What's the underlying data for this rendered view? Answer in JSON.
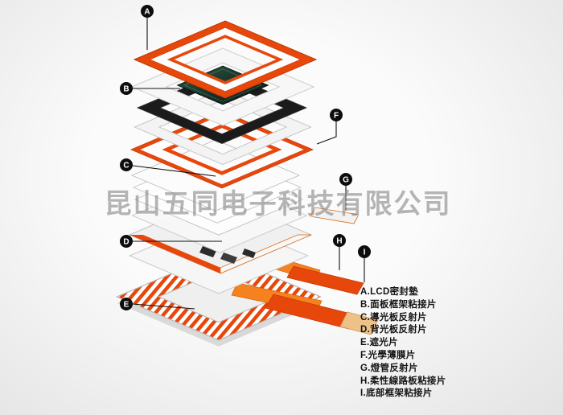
{
  "watermark": "昆山五同电子科技有限公司",
  "callouts": [
    {
      "letter": "A"
    },
    {
      "letter": "B"
    },
    {
      "letter": "C"
    },
    {
      "letter": "D"
    },
    {
      "letter": "E"
    },
    {
      "letter": "F"
    },
    {
      "letter": "G"
    },
    {
      "letter": "H"
    },
    {
      "letter": "I"
    }
  ],
  "legend": {
    "items": [
      {
        "label": "A.LCD密封墊"
      },
      {
        "label": "B.面板框架粘接片"
      },
      {
        "label": "C.導光板反射片"
      },
      {
        "label": "D.背光板反射片"
      },
      {
        "label": "E.遮光片"
      },
      {
        "label": "F.光學薄膜片"
      },
      {
        "label": "G.燈管反射片"
      },
      {
        "label": "H.柔性線路板粘接片"
      },
      {
        "label": "I.底部框架粘接片"
      }
    ]
  },
  "colors": {
    "accent_orange": "#e8470b",
    "flex_orange": "#f5821f",
    "cable_tan": "#eec189",
    "glass_green": "#16352a",
    "frame_black": "#1b1b1b",
    "label_black": "#0d0d0d"
  }
}
